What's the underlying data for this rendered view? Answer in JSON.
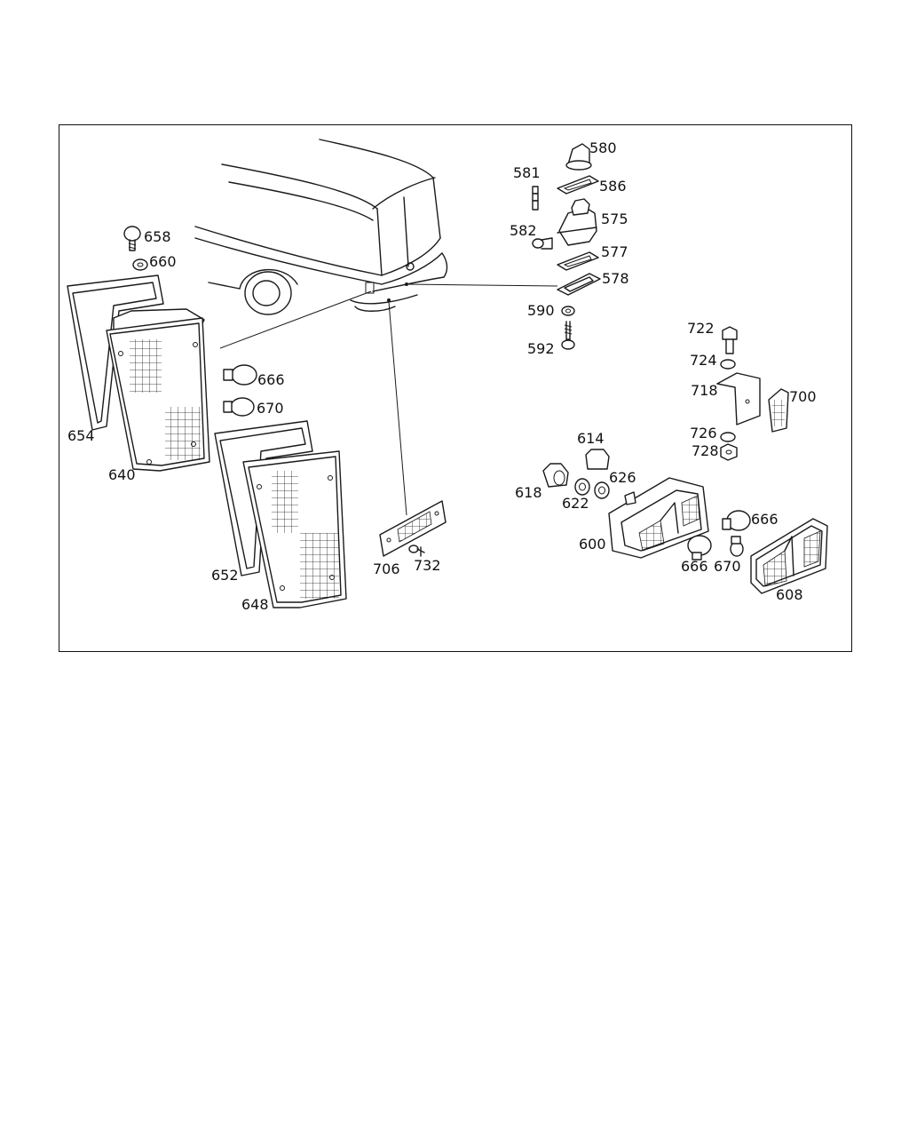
{
  "labels": {
    "p580": "580",
    "p581": "581",
    "p586": "586",
    "p575": "575",
    "p582": "582",
    "p577": "577",
    "p578": "578",
    "p590": "590",
    "p592": "592",
    "p658": "658",
    "p660": "660",
    "p666a": "666",
    "p670a": "670",
    "p654": "654",
    "p640": "640",
    "p652": "652",
    "p648": "648",
    "p706": "706",
    "p732": "732",
    "p722": "722",
    "p724": "724",
    "p718": "718",
    "p700": "700",
    "p726": "726",
    "p728": "728",
    "p614": "614",
    "p626": "626",
    "p618": "618",
    "p622": "622",
    "p600": "600",
    "p666b": "666",
    "p666c": "666",
    "p670b": "670",
    "p608": "608"
  }
}
